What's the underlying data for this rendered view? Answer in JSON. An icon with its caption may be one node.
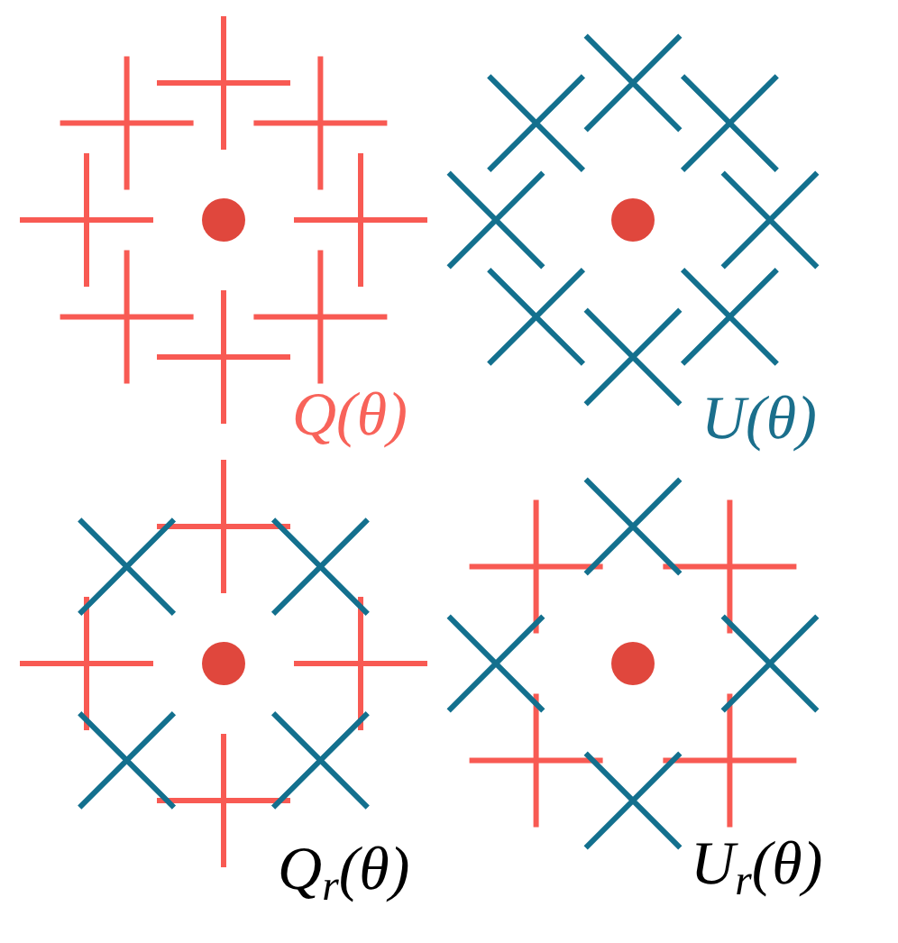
{
  "diagram": {
    "labels": [
      "Q(θ)",
      "U(θ)",
      "Q$_{r}$(θ)",
      "U$_{r}$(θ)"
    ]
  }
}
